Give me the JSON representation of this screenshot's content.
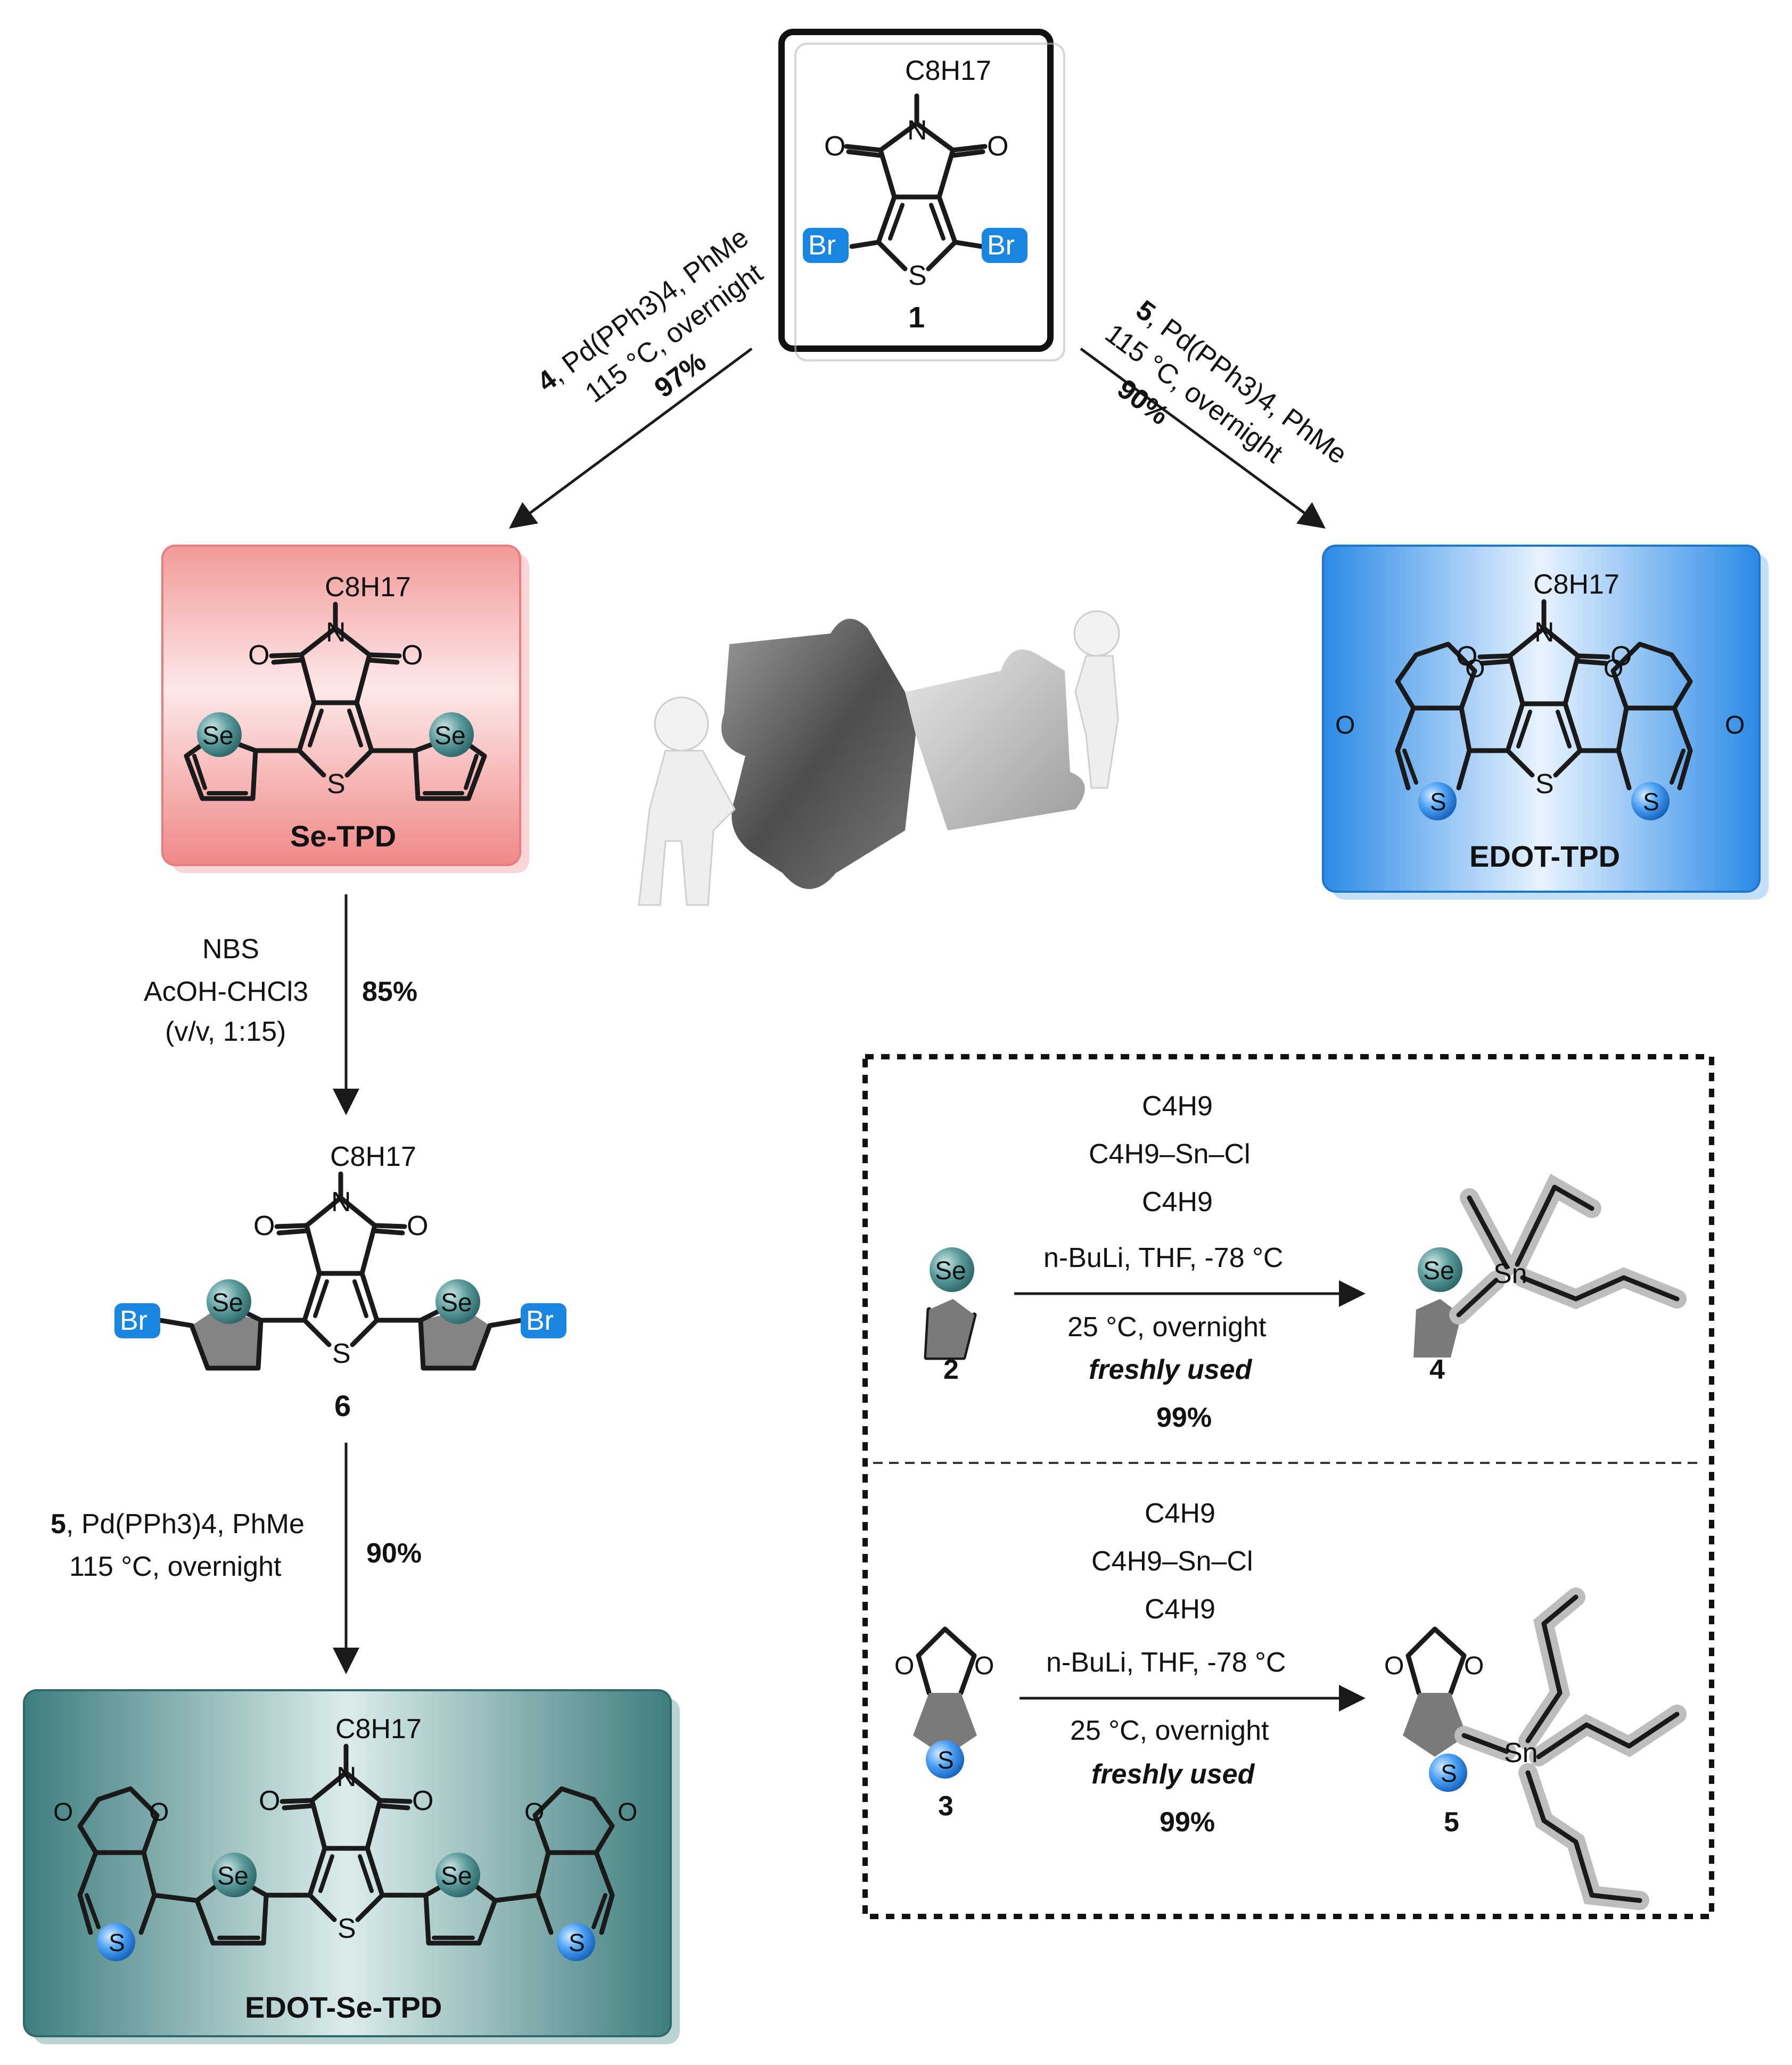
{
  "colors": {
    "se_tpd_box": "#f08a8a",
    "edot_tpd_box": "#2c8de6",
    "edot_se_tpd_box": "#4d8c8c",
    "br_badge": "#1a86e0",
    "se_atom": "#3f8f8f",
    "s_atom": "#3a8ff0",
    "stannyl_shadow": "#b8b8b8"
  },
  "compound1": {
    "chain": "C8H17",
    "n": "N",
    "o_left": "O",
    "o_right": "O",
    "s": "S",
    "br_left": "Br",
    "br_right": "Br",
    "label": "1"
  },
  "se_tpd": {
    "chain": "C8H17",
    "n": "N",
    "o_left": "O",
    "o_right": "O",
    "s": "S",
    "se_left": "Se",
    "se_right": "Se",
    "label": "Se-TPD"
  },
  "edot_tpd": {
    "chain": "C8H17",
    "n": "N",
    "o_left": "O",
    "o_right": "O",
    "s_core": "S",
    "s_left": "S",
    "s_right": "S",
    "o_edot": "O",
    "label": "EDOT-TPD"
  },
  "compound6": {
    "chain": "C8H17",
    "n": "N",
    "o_left": "O",
    "o_right": "O",
    "s": "S",
    "se_left": "Se",
    "se_right": "Se",
    "br_left": "Br",
    "br_right": "Br",
    "label": "6"
  },
  "edot_se_tpd": {
    "chain": "C8H17",
    "n": "N",
    "o_left": "O",
    "o_right": "O",
    "s_core": "S",
    "se_left": "Se",
    "se_right": "Se",
    "s_left": "S",
    "s_right": "S",
    "o_edot": "O",
    "label": "EDOT-Se-TPD"
  },
  "step_left": {
    "reagent_num": "4",
    "line1_rest": ", Pd(PPh3)4, PhMe",
    "line2": "115 °C, overnight",
    "yield": "97%"
  },
  "step_right": {
    "reagent_num": "5",
    "line1_rest": ", Pd(PPh3)4, PhMe",
    "line2": "115 °C, overnight",
    "yield": "90%"
  },
  "step_nbs": {
    "line1": "NBS",
    "line2": "AcOH-CHCl3",
    "line3": "(v/v, 1:15)",
    "yield": "85%"
  },
  "step_final": {
    "reagent_num": "5",
    "line1_rest": ", Pd(PPh3)4, PhMe",
    "line2": "115 °C, overnight",
    "yield": "90%"
  },
  "inset": {
    "row1": {
      "start_label": "2",
      "start_atom": "Se",
      "product_label": "4",
      "product_atom": "Se",
      "tin": "Sn",
      "reagent_top": "C4H9",
      "reagent_mid": "C4H9–Sn–Cl",
      "reagent_bot": "C4H9",
      "cond1": "n-BuLi, THF, -78 °C",
      "cond2": "25 °C, overnight",
      "cond3": "freshly used",
      "yield": "99%"
    },
    "row2": {
      "start_label": "3",
      "start_atom": "S",
      "product_label": "5",
      "product_atom": "S",
      "tin": "Sn",
      "o": "O",
      "reagent_top": "C4H9",
      "reagent_mid": "C4H9–Sn–Cl",
      "reagent_bot": "C4H9",
      "cond1": "n-BuLi, THF, -78 °C",
      "cond2": "25 °C, overnight",
      "cond3": "freshly used",
      "yield": "99%"
    }
  },
  "decoration": {
    "icon": "puzzle-people-icon"
  }
}
